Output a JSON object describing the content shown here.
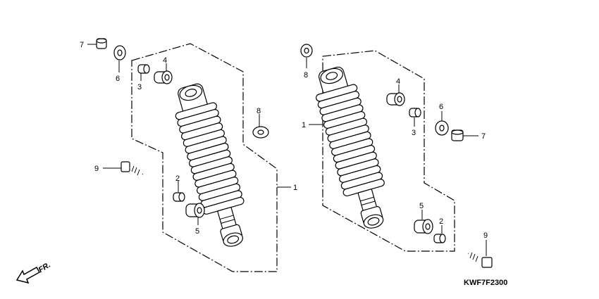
{
  "diagram_code": "KWF7F2300",
  "direction_label": "FR.",
  "callouts": {
    "left": {
      "p1": "1",
      "p2": "2",
      "p3": "3",
      "p4": "4",
      "p5": "5",
      "p6": "6",
      "p7": "7",
      "p8": "8",
      "p9": "9"
    },
    "right": {
      "p1": "1",
      "p2": "2",
      "p3": "3",
      "p4": "4",
      "p5": "5",
      "p6": "6",
      "p7": "7",
      "p8": "8",
      "p9": "9"
    }
  }
}
